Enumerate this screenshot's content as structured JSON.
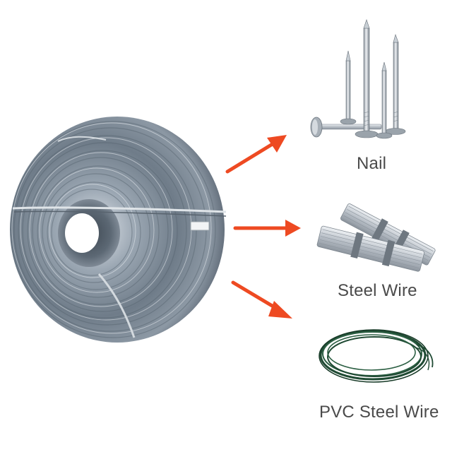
{
  "products": [
    {
      "label": "Nail"
    },
    {
      "label": "Steel Wire"
    },
    {
      "label": "PVC Steel Wire"
    }
  ],
  "colors": {
    "arrow": "#ee4a22",
    "coil_dark": "#4e5a66",
    "coil_light": "#b9c2cb",
    "pvc_green": "#1f4a33",
    "label_text": "#4a4a4a"
  },
  "icons": [
    "wire-coil-icon",
    "nail-icon",
    "steel-wire-bundle-icon",
    "pvc-wire-coil-icon",
    "arrow-icon"
  ]
}
